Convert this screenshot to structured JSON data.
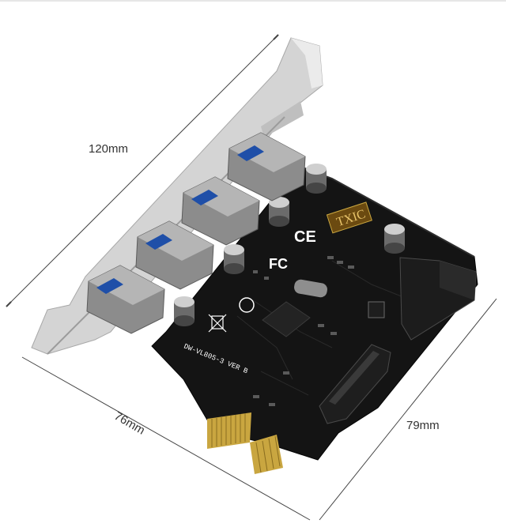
{
  "product": {
    "dimensions": {
      "length": "120mm",
      "width": "76mm",
      "height": "79mm"
    },
    "board_markings": {
      "brand": "TXIC",
      "model": "DW-VL805-3 VER B",
      "cert_ce": "CE",
      "cert_fc": "FC"
    }
  },
  "colors": {
    "pcb": "#141414",
    "bracket": "#d8d8d8",
    "usb_port": "#9a9a9a",
    "usb_insert": "#1f4fa8",
    "gold_contacts": "#c9a640",
    "dimension_line": "#444444"
  }
}
